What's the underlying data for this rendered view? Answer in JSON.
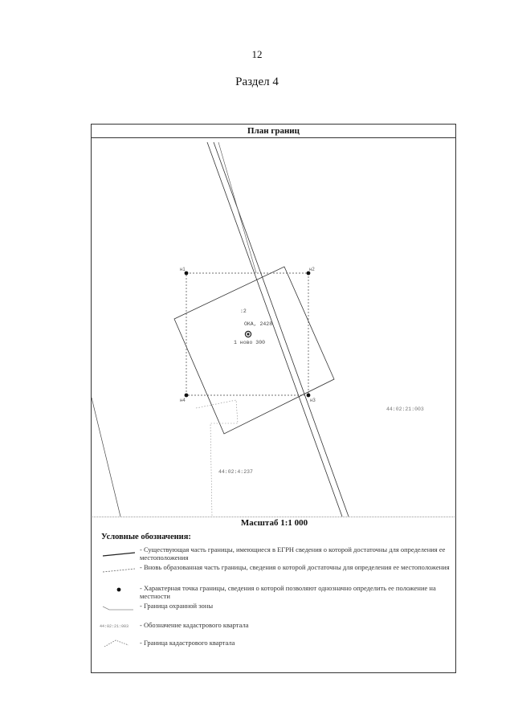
{
  "header": {
    "page_number": "12",
    "section_title": "Раздел 4"
  },
  "plan": {
    "title": "План границ",
    "scale": "Масштаб 1:1 000",
    "labels": {
      "parcel_number": ":2",
      "area_label": "ОКА, 2428",
      "zone_label": "1 ново 300",
      "quarter_right": "44:02:21:003",
      "quarter_bottom": "44:02:4:237"
    },
    "points": [
      "н1",
      "н2",
      "н3",
      "н4"
    ]
  },
  "legend": {
    "title": "Условные обозначения:",
    "items": [
      {
        "text": "- Существующая часть границы, имеющиеся в ЕГРН сведения о которой достаточны для определения ее местоположения"
      },
      {
        "text": "- Вновь образованная часть границы, сведения о которой достаточны для определения ее местоположения"
      },
      {
        "text": "- Характерная точка границы, сведения о которой позволяют однозначно определить ее положение на местности"
      },
      {
        "text": "- Граница охранной зоны"
      },
      {
        "text": "- Обозначение кадастрового квартала",
        "symbol_text": "44:02:21:003"
      },
      {
        "text": "- Граница кадастрового квартала"
      }
    ]
  }
}
